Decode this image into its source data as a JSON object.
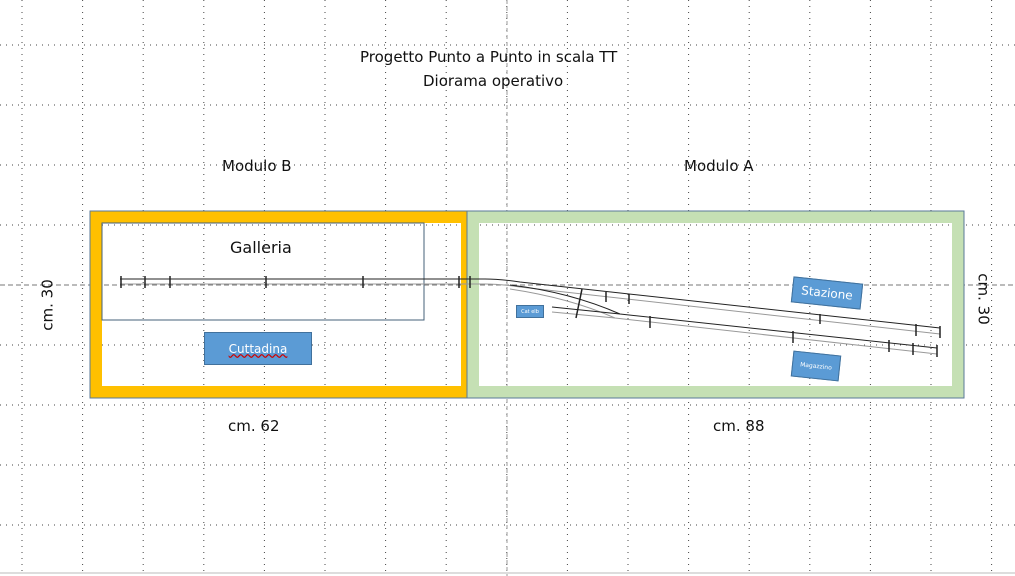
{
  "title": {
    "line1": "Progetto Punto a Punto in scala TT",
    "line2": "Diorama operativo"
  },
  "modules": {
    "b": {
      "label": "Modulo B",
      "length": "cm. 62",
      "color": "#ffc000"
    },
    "a": {
      "label": "Modulo A",
      "length": "cm. 88",
      "color": "#c5e0b4"
    }
  },
  "depth_left": "cm. 30",
  "depth_right": "cm. 30",
  "labels": {
    "galleria": "Galleria",
    "cuttadina": "Cuttadina",
    "stazione": "Stazione",
    "magazzino": "Magazzino",
    "small_box": "Cat elb"
  }
}
